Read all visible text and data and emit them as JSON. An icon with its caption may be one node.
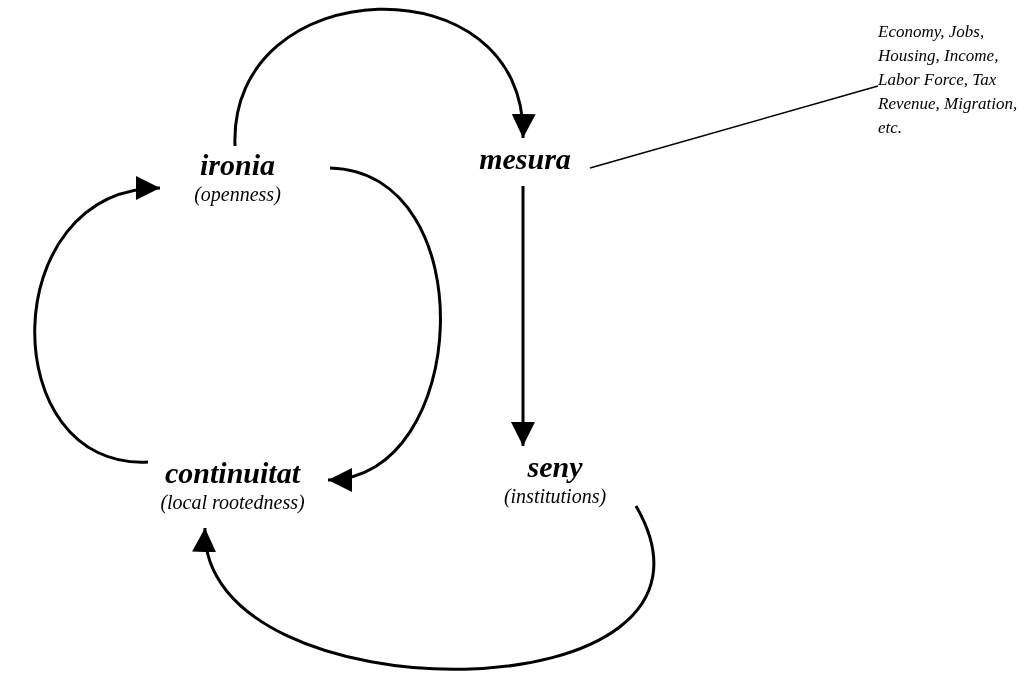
{
  "diagram": {
    "nodes": [
      {
        "text": [
          "ironia",
          "(openness)"
        ]
      },
      {
        "text": [
          "mesura"
        ]
      },
      {
        "text": [
          "Economy, Jobs, Housing, Income, Labor Force, Tax Revenue, Migration, etc."
        ]
      },
      {
        "text": [
          "continuitat",
          "(local rootedness)"
        ]
      },
      {
        "text": [
          "seny",
          "(institutions)"
        ]
      }
    ],
    "edges": [
      {
        "from": 0,
        "to": 1,
        "arrow": "to"
      },
      {
        "from": 1,
        "to": 4,
        "arrow": "to"
      },
      {
        "from": 4,
        "to": 3,
        "arrow": "to"
      },
      {
        "from": 0,
        "to": 3,
        "arrow": "to"
      },
      {
        "from": 3,
        "to": 0,
        "arrow": "to"
      },
      {
        "from": 2,
        "to": 1,
        "arrow": "none"
      }
    ]
  }
}
